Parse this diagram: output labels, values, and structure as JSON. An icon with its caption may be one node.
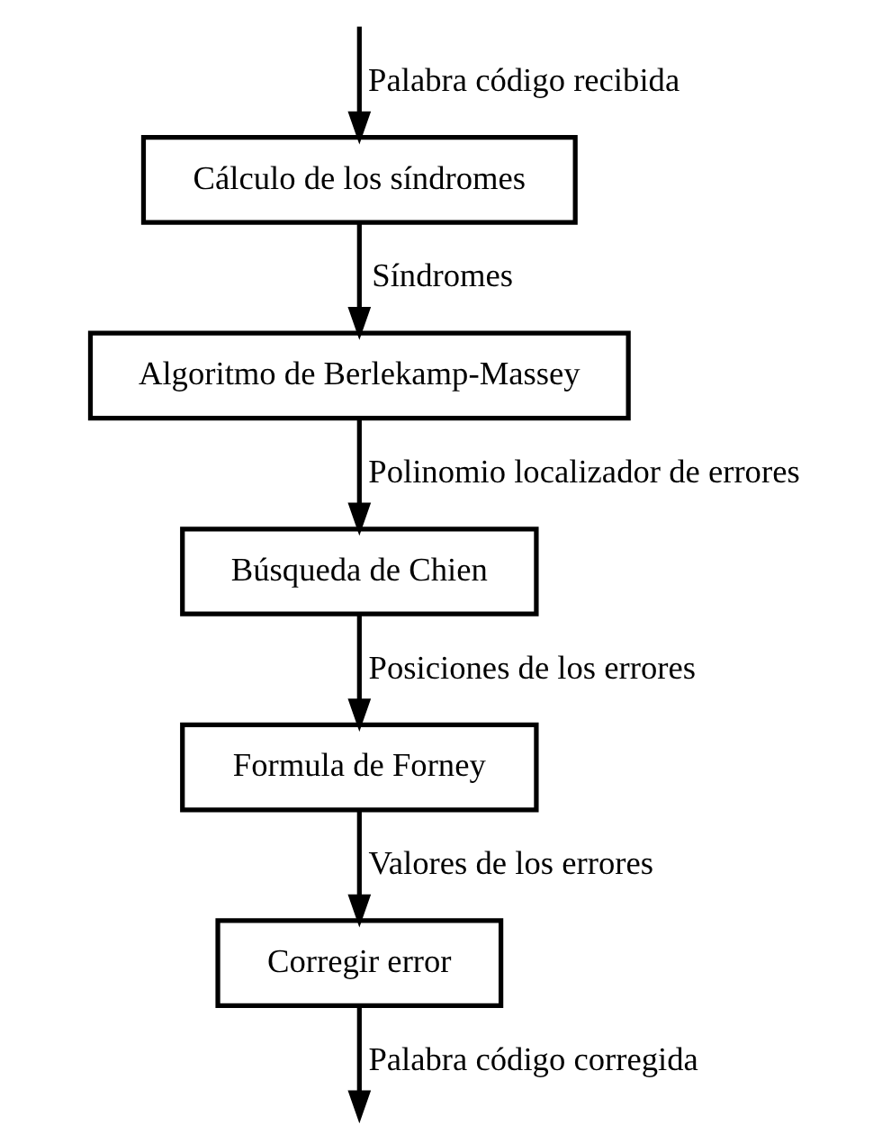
{
  "diagram": {
    "nodes": [
      {
        "text": [
          "Cálculo de los síndromes"
        ]
      },
      {
        "text": [
          "Algoritmo de Berlekamp-Massey"
        ]
      },
      {
        "text": [
          "Búsqueda de Chien"
        ]
      },
      {
        "text": [
          "Formula de Forney"
        ]
      },
      {
        "text": [
          "Corregir error"
        ]
      }
    ],
    "edges": [
      {
        "from": null,
        "to": 0,
        "arrow": "to",
        "label": "Palabra código recibida"
      },
      {
        "from": 0,
        "to": 1,
        "arrow": "to",
        "label": "Síndromes"
      },
      {
        "from": 1,
        "to": 2,
        "arrow": "to",
        "label": "Polinomio localizador de errores"
      },
      {
        "from": 2,
        "to": 3,
        "arrow": "to",
        "label": "Posiciones de los errores"
      },
      {
        "from": 3,
        "to": 4,
        "arrow": "to",
        "label": "Valores de los errores"
      },
      {
        "from": 4,
        "to": null,
        "arrow": "to",
        "label": "Palabra código corregida"
      }
    ]
  }
}
